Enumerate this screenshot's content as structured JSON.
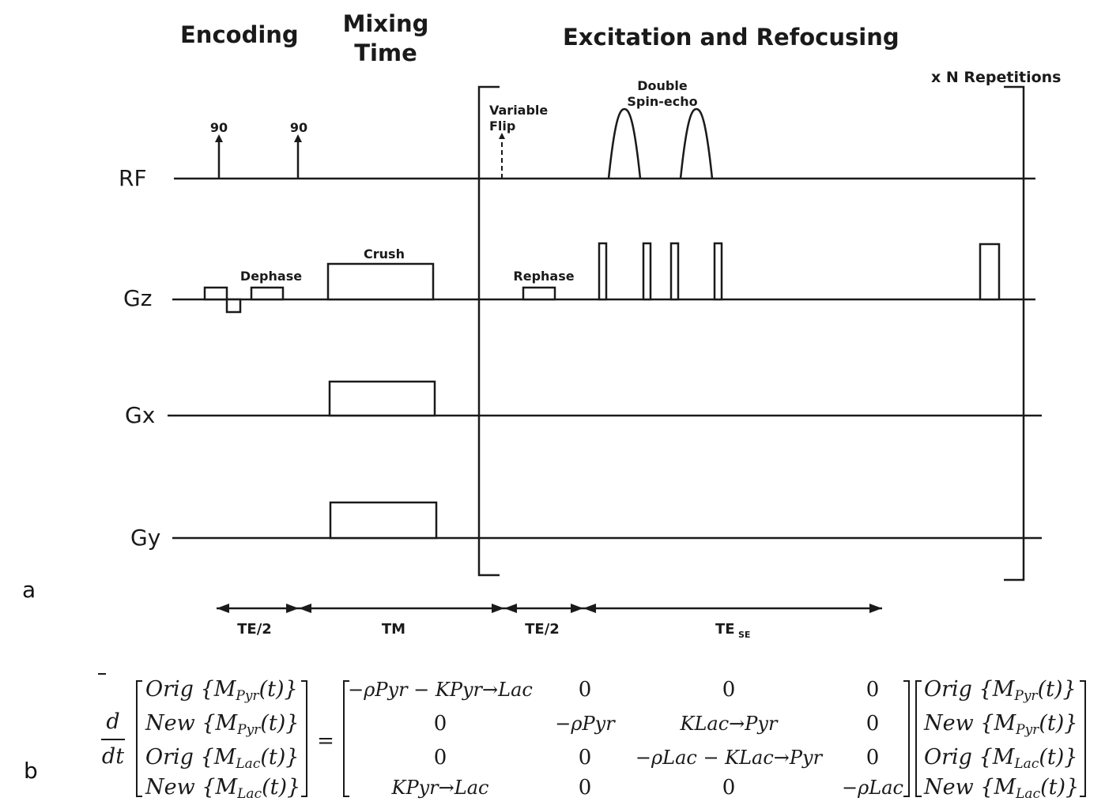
{
  "headers": {
    "encoding": "Encoding",
    "mixing_line1": "Mixing",
    "mixing_line2": "Time",
    "excitation": "Excitation and Refocusing",
    "repetitions": "x N Repetitions"
  },
  "channels": [
    "RF",
    "Gz",
    "Gx",
    "Gy"
  ],
  "annotations": {
    "pulse_90_a": "90",
    "pulse_90_b": "90",
    "variable_flip_line1": "Variable",
    "variable_flip_line2": "Flip",
    "double_line1": "Double",
    "double_line2": "Spin-echo",
    "dephase": "Dephase",
    "crush": "Crush",
    "rephase": "Rephase"
  },
  "timing": {
    "te_half_1": "TE/2",
    "tm": "TM",
    "te_half_2": "TE/2",
    "te_se_main": "TE",
    "te_se_sub": "SE"
  },
  "panel_labels": {
    "a": "a",
    "b": "b"
  },
  "equation": {
    "deriv_num": "d",
    "deriv_den": "dt",
    "equals": "=",
    "state_vector": [
      {
        "op": "Orig",
        "var": "M",
        "sub": "Pyr",
        "arg": "(t)"
      },
      {
        "op": "New",
        "var": "M",
        "sub": "Pyr",
        "arg": "(t)"
      },
      {
        "op": "Orig",
        "var": "M",
        "sub": "Lac",
        "arg": "(t)"
      },
      {
        "op": "New",
        "var": "M",
        "sub": "Lac",
        "arg": "(t)"
      }
    ],
    "matrix": [
      [
        "−ρPyr − KPyr→Lac",
        "0",
        "0",
        "0"
      ],
      [
        "0",
        "−ρPyr",
        "KLac→Pyr",
        "0"
      ],
      [
        "0",
        "0",
        "−ρLac − KLac→Pyr",
        "0"
      ],
      [
        "KPyr→Lac",
        "0",
        "0",
        "−ρLac"
      ]
    ]
  }
}
